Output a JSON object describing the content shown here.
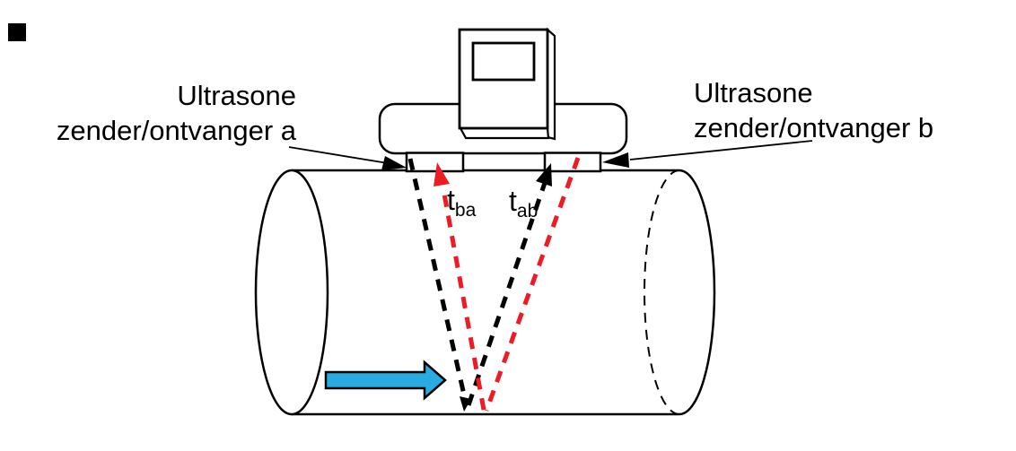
{
  "labels": {
    "transducer_a": {
      "line1": "Ultrasone",
      "line2": "zender/ontvanger a"
    },
    "transducer_b": {
      "line1": "Ultrasone",
      "line2": "zender/ontvanger b"
    },
    "t_ba": {
      "base": "t",
      "sub": "ba"
    },
    "t_ab": {
      "base": "t",
      "sub": "ab"
    }
  },
  "colors": {
    "signal_red": "#ED1C24",
    "flow_blue": "#29ABE2",
    "line_black": "#000000"
  }
}
